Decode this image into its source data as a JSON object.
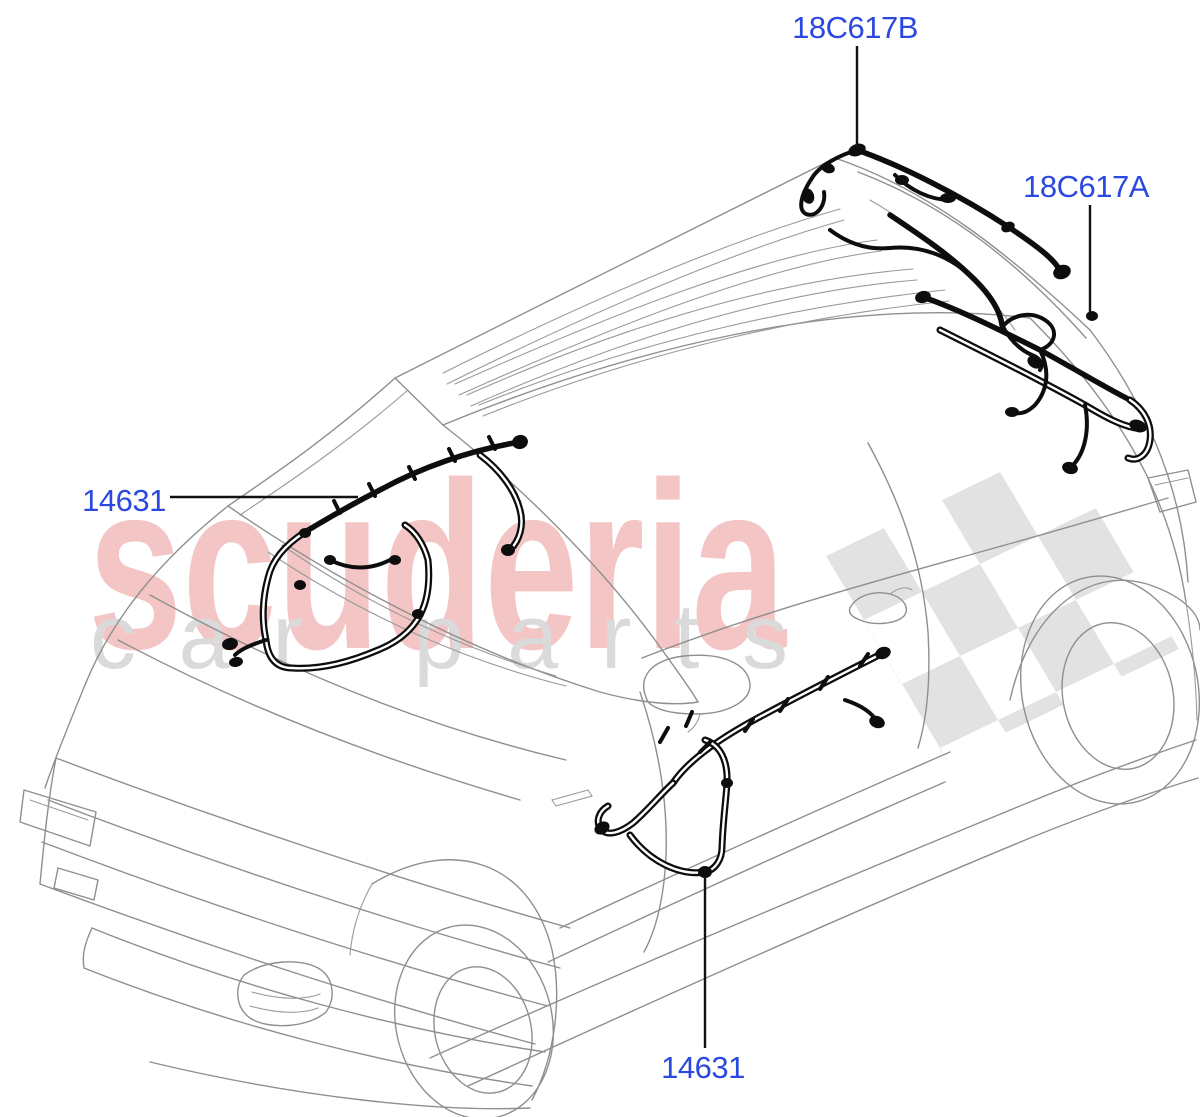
{
  "callouts": {
    "top": "18C617B",
    "rear": "18C617A",
    "front_door": "14631",
    "rear_door": "14631"
  },
  "watermark": {
    "brand": "scuderia",
    "tagline": "car parts"
  },
  "colors": {
    "callout_text": "#2b49e0",
    "leader_line": "#111111",
    "harness_black": "#0d0d0d",
    "car_outline_gray": "#8f8f8f",
    "watermark_brand_pink": "#f4c5c5",
    "watermark_tagline_gray": "#dadada",
    "checker_flag_gray": "#e2e2e2",
    "background": "#ffffff"
  }
}
